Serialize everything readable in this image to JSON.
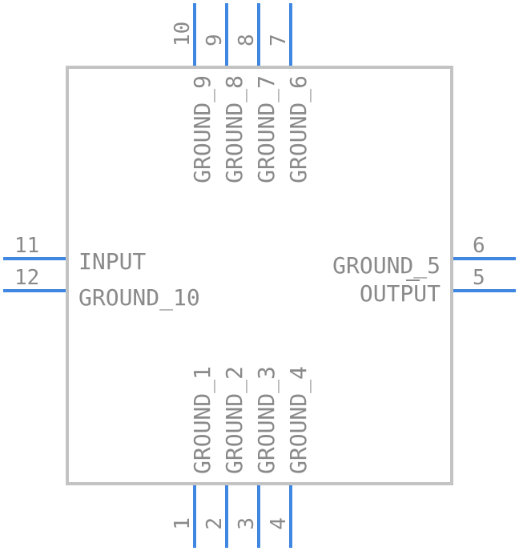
{
  "colors": {
    "body_outline": "#c3c3c3",
    "pin_line": "#3f87e0",
    "text": "#8a8a8a",
    "background": "#ffffff"
  },
  "pins": {
    "top": [
      {
        "number": "10",
        "name": "GROUND_9"
      },
      {
        "number": "9",
        "name": "GROUND_8"
      },
      {
        "number": "8",
        "name": "GROUND_7"
      },
      {
        "number": "7",
        "name": "GROUND_6"
      }
    ],
    "bottom": [
      {
        "number": "1",
        "name": "GROUND_1"
      },
      {
        "number": "2",
        "name": "GROUND_2"
      },
      {
        "number": "3",
        "name": "GROUND_3"
      },
      {
        "number": "4",
        "name": "GROUND_4"
      }
    ],
    "left": [
      {
        "number": "11",
        "name": "INPUT"
      },
      {
        "number": "12",
        "name": "GROUND_10"
      }
    ],
    "right": [
      {
        "number": "6",
        "name": "GROUND_5"
      },
      {
        "number": "5",
        "name": "OUTPUT"
      }
    ]
  }
}
